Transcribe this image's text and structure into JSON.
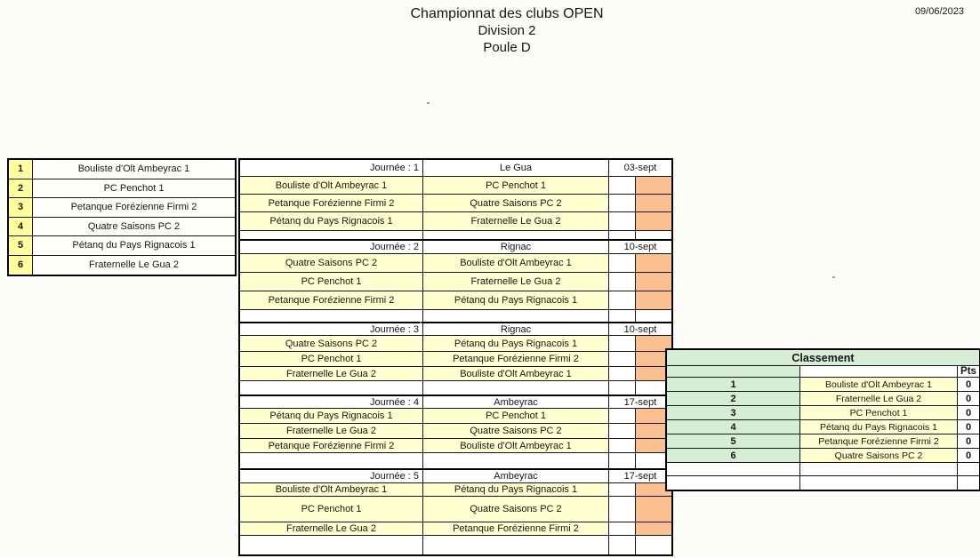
{
  "header": {
    "title": "Championnat des clubs OPEN",
    "division": "Division 2",
    "poule": "Poule D",
    "date": "09/06/2023"
  },
  "teams": {
    "rows": [
      {
        "num": "1",
        "name": "Bouliste d'Olt Ambeyrac 1"
      },
      {
        "num": "2",
        "name": "PC Penchot 1"
      },
      {
        "num": "3",
        "name": "Petanque Forézienne Firmi 2"
      },
      {
        "num": "4",
        "name": "Quatre Saisons PC 2"
      },
      {
        "num": "5",
        "name": "Pétanq du Pays Rignacois 1"
      },
      {
        "num": "6",
        "name": "Fraternelle Le Gua 2"
      }
    ]
  },
  "schedule": {
    "journees": [
      {
        "label": "Journée : 1",
        "venue": "Le Gua",
        "date": "03-sept",
        "matches": [
          [
            "Bouliste d'Olt Ambeyrac 1",
            "PC Penchot 1"
          ],
          [
            "Petanque Forézienne Firmi 2",
            "Quatre Saisons PC 2"
          ],
          [
            "Pétanq du Pays Rignacois 1",
            "Fraternelle Le Gua 2"
          ]
        ]
      },
      {
        "label": "Journée : 2",
        "venue": "Rignac",
        "date": "10-sept",
        "matches": [
          [
            "Quatre Saisons PC 2",
            "Bouliste d'Olt Ambeyrac 1"
          ],
          [
            "PC Penchot 1",
            "Fraternelle Le Gua 2"
          ],
          [
            "Petanque Forézienne Firmi 2",
            "Pétanq du Pays Rignacois 1"
          ]
        ]
      },
      {
        "label": "Journée : 3",
        "venue": "Rignac",
        "date": "10-sept",
        "matches": [
          [
            "Quatre Saisons PC 2",
            "Pétanq du Pays Rignacois 1"
          ],
          [
            "PC Penchot 1",
            "Petanque Forézienne Firmi 2"
          ],
          [
            "Fraternelle Le Gua 2",
            "Bouliste d'Olt Ambeyrac 1"
          ]
        ]
      },
      {
        "label": "Journée : 4",
        "venue": "Ambeyrac",
        "date": "17-sept",
        "matches": [
          [
            "Pétanq du Pays Rignacois 1",
            "PC Penchot 1"
          ],
          [
            "Fraternelle Le Gua 2",
            "Quatre Saisons PC 2"
          ],
          [
            "Petanque Forézienne Firmi 2",
            "Bouliste d'Olt Ambeyrac 1"
          ]
        ]
      },
      {
        "label": "Journée : 5",
        "venue": "Ambeyrac",
        "date": "17-sept",
        "matches": [
          [
            "Bouliste d'Olt Ambeyrac 1",
            "Pétanq du Pays Rignacois 1"
          ],
          [
            "PC Penchot 1",
            "Quatre Saisons PC 2"
          ],
          [
            "Fraternelle Le Gua 2",
            "Petanque Forézienne Firmi 2"
          ]
        ]
      }
    ]
  },
  "classement": {
    "title": "Classement",
    "pts_header": "Pts",
    "rows": [
      {
        "rank": "1",
        "team": "Bouliste d'Olt Ambeyrac 1",
        "pts": "0"
      },
      {
        "rank": "2",
        "team": "Fraternelle Le Gua 2",
        "pts": "0"
      },
      {
        "rank": "3",
        "team": "PC Penchot 1",
        "pts": "0"
      },
      {
        "rank": "4",
        "team": "Pétanq du Pays Rignacois 1",
        "pts": "0"
      },
      {
        "rank": "5",
        "team": "Petanque Forézienne Firmi 2",
        "pts": "0"
      },
      {
        "rank": "6",
        "team": "Quatre Saisons PC 2",
        "pts": "0"
      }
    ]
  },
  "colors": {
    "match_yellow": "#FFFFCF",
    "number_yellow": "#FFFF9C",
    "highlight_orange": "#FAC090",
    "classement_green": "#D5EED5",
    "border_black": "#151515"
  }
}
